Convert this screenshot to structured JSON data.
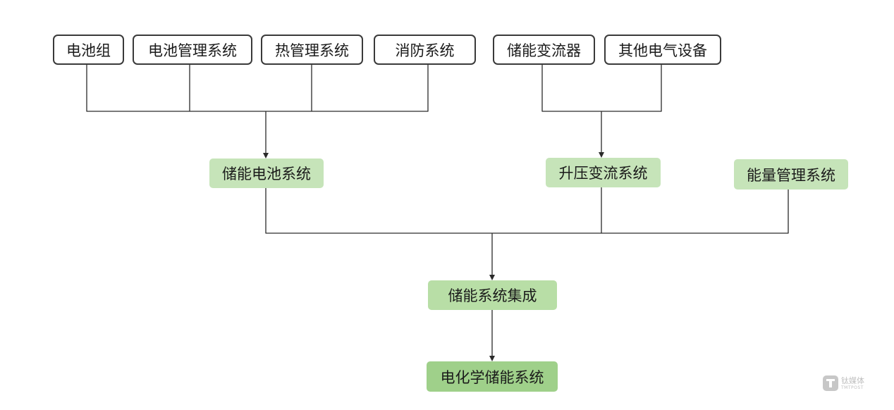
{
  "diagram": {
    "components": {
      "battery_pack": "电池组",
      "bms": "电池管理系统",
      "thermal": "热管理系统",
      "fire": "消防系统",
      "pcs": "储能变流器",
      "other_electrical": "其他电气设备"
    },
    "subsystems": {
      "battery_system": "储能电池系统",
      "boost_conversion": "升压变流系统",
      "ems": "能量管理系统"
    },
    "integration": "储能系统集成",
    "result": "电化学储能系统"
  },
  "watermark": {
    "name_cn": "钛媒体",
    "name_en": "TMTPOST"
  },
  "colors": {
    "outline_border": "#3a3a3a",
    "green_light": "#c6e4b9",
    "green_mid": "#b8dea6",
    "green_dark": "#9fd08a",
    "connector": "#2a2a2a"
  }
}
